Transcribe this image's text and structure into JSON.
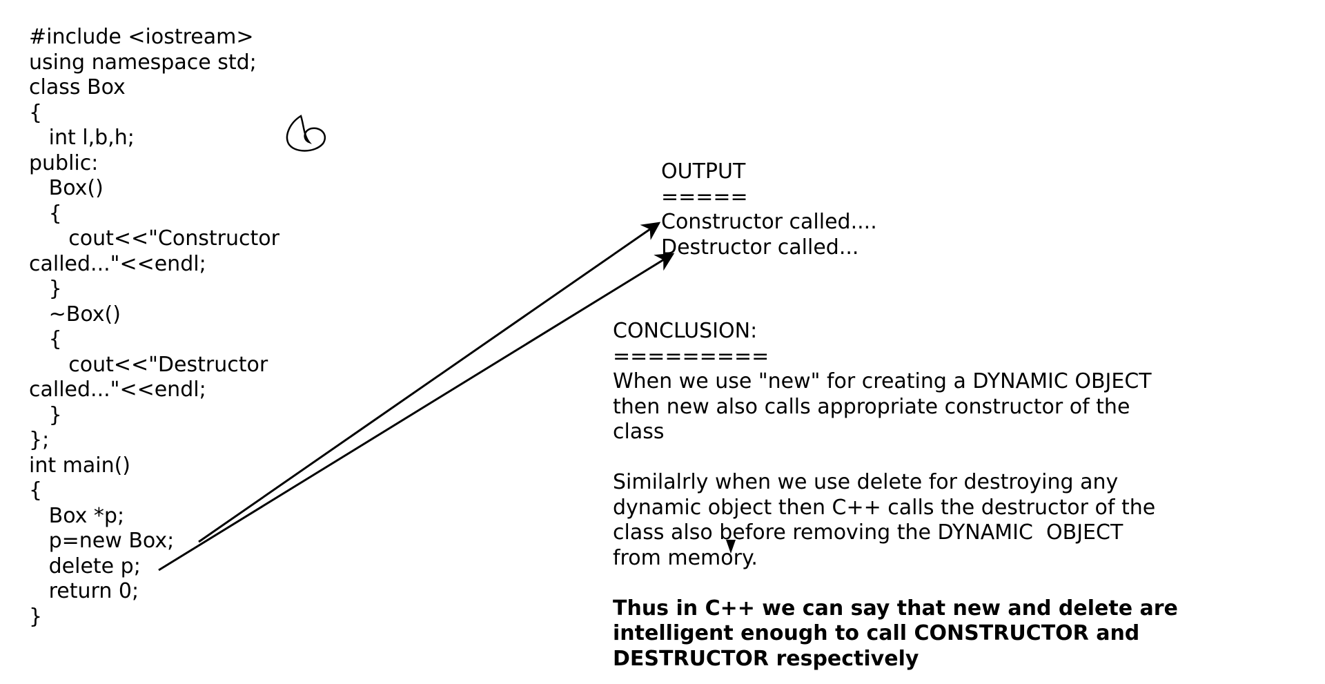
{
  "code": {
    "lines": [
      "#include <iostream>",
      "using namespace std;",
      "class Box",
      "{",
      "   int l,b,h;",
      "public:",
      "   Box()",
      "   {",
      "      cout<<\"Constructor",
      "called...\"<<endl;",
      "   }",
      "   ~Box()",
      "   {",
      "      cout<<\"Destructor",
      "called...\"<<endl;",
      "   }",
      "};",
      "int main()",
      "{",
      "   Box *p;",
      "   p=new Box;",
      "   delete p;",
      "   return 0;",
      "}"
    ]
  },
  "output": {
    "heading": "OUTPUT",
    "underline": "=====",
    "lines": [
      "Constructor called....",
      "Destructor called..."
    ]
  },
  "conclusion": {
    "heading": "CONCLUSION:",
    "underline": "=========",
    "paragraph1": [
      "When we use \"new\" for creating a DYNAMIC OBJECT",
      "then new also calls appropriate constructor of the",
      "class"
    ],
    "paragraph2": [
      "Similalrly when we use delete for destroying any",
      "dynamic object then C++ calls the destructor of the",
      "class also before removing the DYNAMIC  OBJECT",
      "from memory."
    ],
    "summary": [
      "Thus in C++ we can say that new and delete are",
      "intelligent enough to call CONSTRUCTOR and",
      "DESTRUCTOR respectively"
    ]
  }
}
